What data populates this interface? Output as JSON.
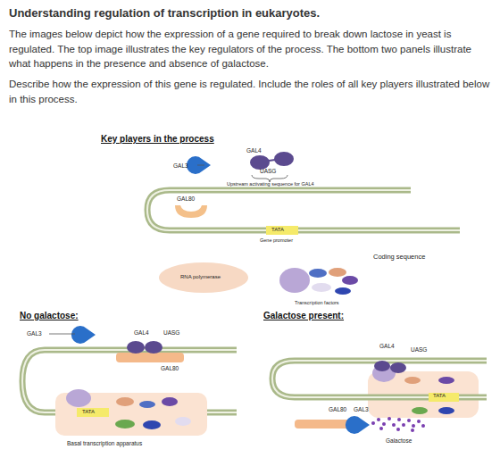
{
  "diagram": {
    "title": "Understanding regulation of transcription in eukaryotes.",
    "labels": [
      "The images below depict how the expression of a gene required to break down lactose in yeast is regulated. The top image illustrates the key regulators of the process. The bottom two panels illustrate what happens in the presence and absence of galactose.",
      "Describe how the expression of this gene is regulated. Include the roles of all key players illustrated below in this process.",
      "Key players in the process",
      "GAL3",
      "GAL4",
      "UASG",
      "Upstream activating sequence for GAL4",
      "GAL80",
      "TATA",
      "Gene promoter",
      "Coding sequence",
      "RNA polymerase",
      "Transcription factors",
      "No galactose:",
      "GAL3",
      "GAL4",
      "UASG",
      "GAL80",
      "TATA",
      "Basal transcription apparatus",
      "Galactose present:",
      "GAL4",
      "UASG",
      "TATA",
      "GAL80",
      "GAL3",
      "Galactose"
    ]
  }
}
